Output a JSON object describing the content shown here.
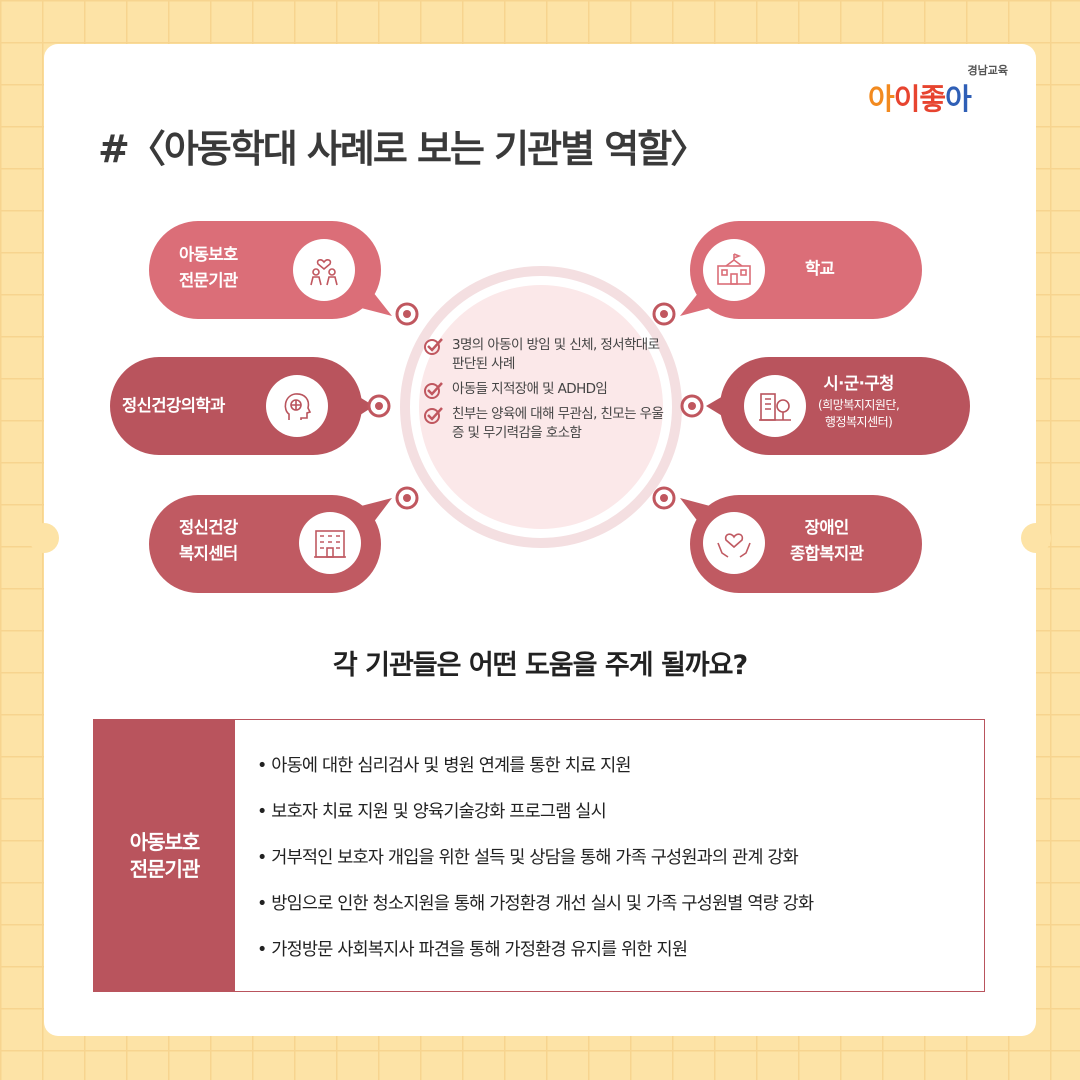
{
  "logo": {
    "sub": "경남교육",
    "text_a": "아",
    "text_b": "이좋",
    "text_c": "아"
  },
  "title": "#〈아동학대 사례로 보는 기관별 역할〉",
  "center": {
    "items": [
      "3명의 아동이 방임 및 신체, 정서학대로 판단된 사례",
      "아동들 지적장애 및 ADHD임",
      "친부는 양육에 대해 무관심, 친모는 우울증 및 무기력감을 호소함"
    ]
  },
  "institutions": {
    "child_protection": {
      "line1": "아동보호",
      "line2": "전문기관",
      "icon": "family-heart-icon"
    },
    "psychiatry": {
      "label": "정신건강의학과",
      "icon": "head-brain-icon"
    },
    "mental_health_center": {
      "line1": "정신건강",
      "line2": "복지센터",
      "icon": "building-icon"
    },
    "school": {
      "label": "학교",
      "icon": "school-icon"
    },
    "city_office": {
      "label": "시·군·구청",
      "sub1": "(희망복지지원단,",
      "sub2": "행정복지센터)",
      "icon": "office-tree-icon"
    },
    "disability_center": {
      "line1": "장애인",
      "line2": "종합복지관",
      "icon": "hands-heart-icon"
    }
  },
  "question": "각 기관들은 어떤 도움을 주게 될까요?",
  "detail": {
    "head_line1": "아동보호",
    "head_line2": "전문기관",
    "items": [
      "아동에 대한 심리검사 및 병원 연계를 통한 치료 지원",
      "보호자 치료 지원 및 양육기술강화 프로그램 실시",
      "거부적인 보호자 개입을 위한 설득 및 상담을 통해  가족 구성원과의 관계 강화",
      "방임으로 인한 청소지원을 통해 가정환경 개선 실시 및  가족 구성원별 역량 강화",
      "가정방문 사회복지사 파견을 통해 가정환경 유지를  위한 지원"
    ]
  },
  "colors": {
    "bubble_light": "#db6e78",
    "bubble_dark": "#b9545d",
    "bubble_mid": "#c05a62",
    "accent": "#c0575f",
    "background": "#fde3a6"
  }
}
